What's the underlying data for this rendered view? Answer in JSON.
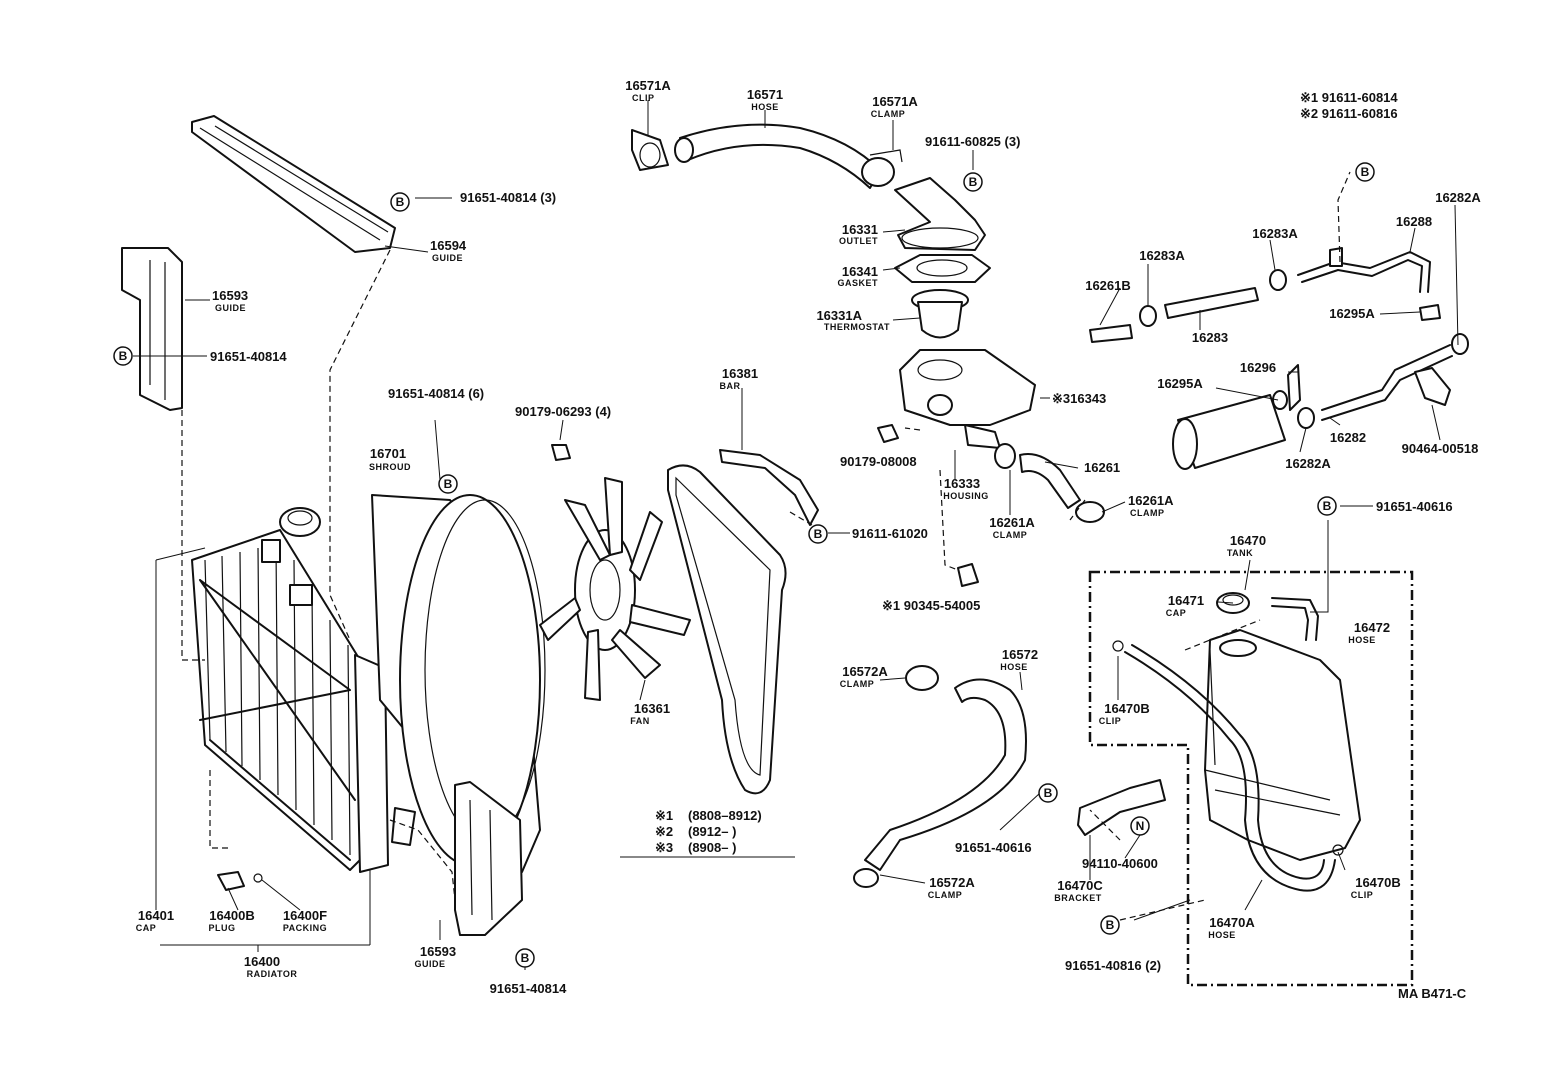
{
  "labels": {
    "p16571A_clip": {
      "num": "16571A",
      "desc": "CLIP"
    },
    "p16571_hose": {
      "num": "16571",
      "desc": "HOSE"
    },
    "p16571A_clamp": {
      "num": "16571A",
      "desc": "CLAMP"
    },
    "p91611_60825": {
      "num": "91611-60825 (3)"
    },
    "p16331_outlet": {
      "num": "16331",
      "desc": "OUTLET"
    },
    "p16341_gasket": {
      "num": "16341",
      "desc": "GASKET"
    },
    "p16331A_thermo": {
      "num": "16331A",
      "desc": "THERMOSTAT"
    },
    "p16594_guide": {
      "num": "16594",
      "desc": "GUIDE"
    },
    "p91651_40814_3": {
      "num": "91651-40814 (3)"
    },
    "p16593_guide_top": {
      "num": "16593",
      "desc": "GUIDE"
    },
    "p91651_40814_left": {
      "num": "91651-40814"
    },
    "p91651_40814_6": {
      "num": "91651-40814 (6)"
    },
    "p16701_shroud": {
      "num": "16701",
      "desc": "SHROUD"
    },
    "p90179_06293": {
      "num": "90179-06293 (4)"
    },
    "p16381_bar": {
      "num": "16381",
      "desc": "BAR"
    },
    "p90179_08008": {
      "num": "90179-08008"
    },
    "p16333_housing": {
      "num": "16333",
      "desc": "HOUSING"
    },
    "p316343": {
      "num": "※316343"
    },
    "p16261": {
      "num": "16261"
    },
    "p16261A_clamp_r": {
      "num": "16261A",
      "desc": "CLAMP"
    },
    "p16261A_clamp_l": {
      "num": "16261A",
      "desc": "CLAMP"
    },
    "p91611_61020": {
      "num": "91611-61020"
    },
    "p90345_54005": {
      "num": "※1  90345-54005"
    },
    "p16361_fan": {
      "num": "16361",
      "desc": "FAN"
    },
    "p16572A_clamp_top": {
      "num": "16572A",
      "desc": "CLAMP"
    },
    "p16572_hose": {
      "num": "16572",
      "desc": "HOSE"
    },
    "p16572A_clamp_bot": {
      "num": "16572A",
      "desc": "CLAMP"
    },
    "p91651_40616_mid": {
      "num": "91651-40616"
    },
    "p94110_40600": {
      "num": "94110-40600"
    },
    "p16470C_bracket": {
      "num": "16470C",
      "desc": "BRACKET"
    },
    "p91651_40816_2": {
      "num": "91651-40816 (2)"
    },
    "p91611_60814": {
      "num": "※1  91611-60814"
    },
    "p91611_60816": {
      "num": "※2  91611-60816"
    },
    "p16282A_top": {
      "num": "16282A"
    },
    "p16283A_a": {
      "num": "16283A"
    },
    "p16288": {
      "num": "16288"
    },
    "p16283A_b": {
      "num": "16283A"
    },
    "p16261B": {
      "num": "16261B"
    },
    "p16283": {
      "num": "16283"
    },
    "p16295A_r": {
      "num": "16295A"
    },
    "p16296": {
      "num": "16296"
    },
    "p16295A_l": {
      "num": "16295A"
    },
    "p16282": {
      "num": "16282"
    },
    "p16282A_bot": {
      "num": "16282A"
    },
    "p90464_00518": {
      "num": "90464-00518"
    },
    "p91651_40616_right": {
      "num": "91651-40616"
    },
    "p16470_tank": {
      "num": "16470",
      "desc": "TANK"
    },
    "p16471_cap": {
      "num": "16471",
      "desc": "CAP"
    },
    "p16472_hose": {
      "num": "16472",
      "desc": "HOSE"
    },
    "p16470B_clip_l": {
      "num": "16470B",
      "desc": "CLIP"
    },
    "p16470B_clip_r": {
      "num": "16470B",
      "desc": "CLIP"
    },
    "p16470A_hose": {
      "num": "16470A",
      "desc": "HOSE"
    },
    "p16401_cap": {
      "num": "16401",
      "desc": "CAP"
    },
    "p16400B_plug": {
      "num": "16400B",
      "desc": "PLUG"
    },
    "p16400F_packing": {
      "num": "16400F",
      "desc": "PACKING"
    },
    "p16400_radiator": {
      "num": "16400",
      "desc": "RADIATOR"
    },
    "p16593_guide_bot": {
      "num": "16593",
      "desc": "GUIDE"
    },
    "p91651_40814_bot": {
      "num": "91651-40814"
    }
  },
  "badges": {
    "B": "B",
    "N": "N"
  },
  "legend": [
    {
      "mark": "※1",
      "range": "(8808–8912)"
    },
    {
      "mark": "※2",
      "range": "(8912–      )"
    },
    {
      "mark": "※3",
      "range": "(8908–      )"
    }
  ],
  "reference_code": "MA B471-C"
}
